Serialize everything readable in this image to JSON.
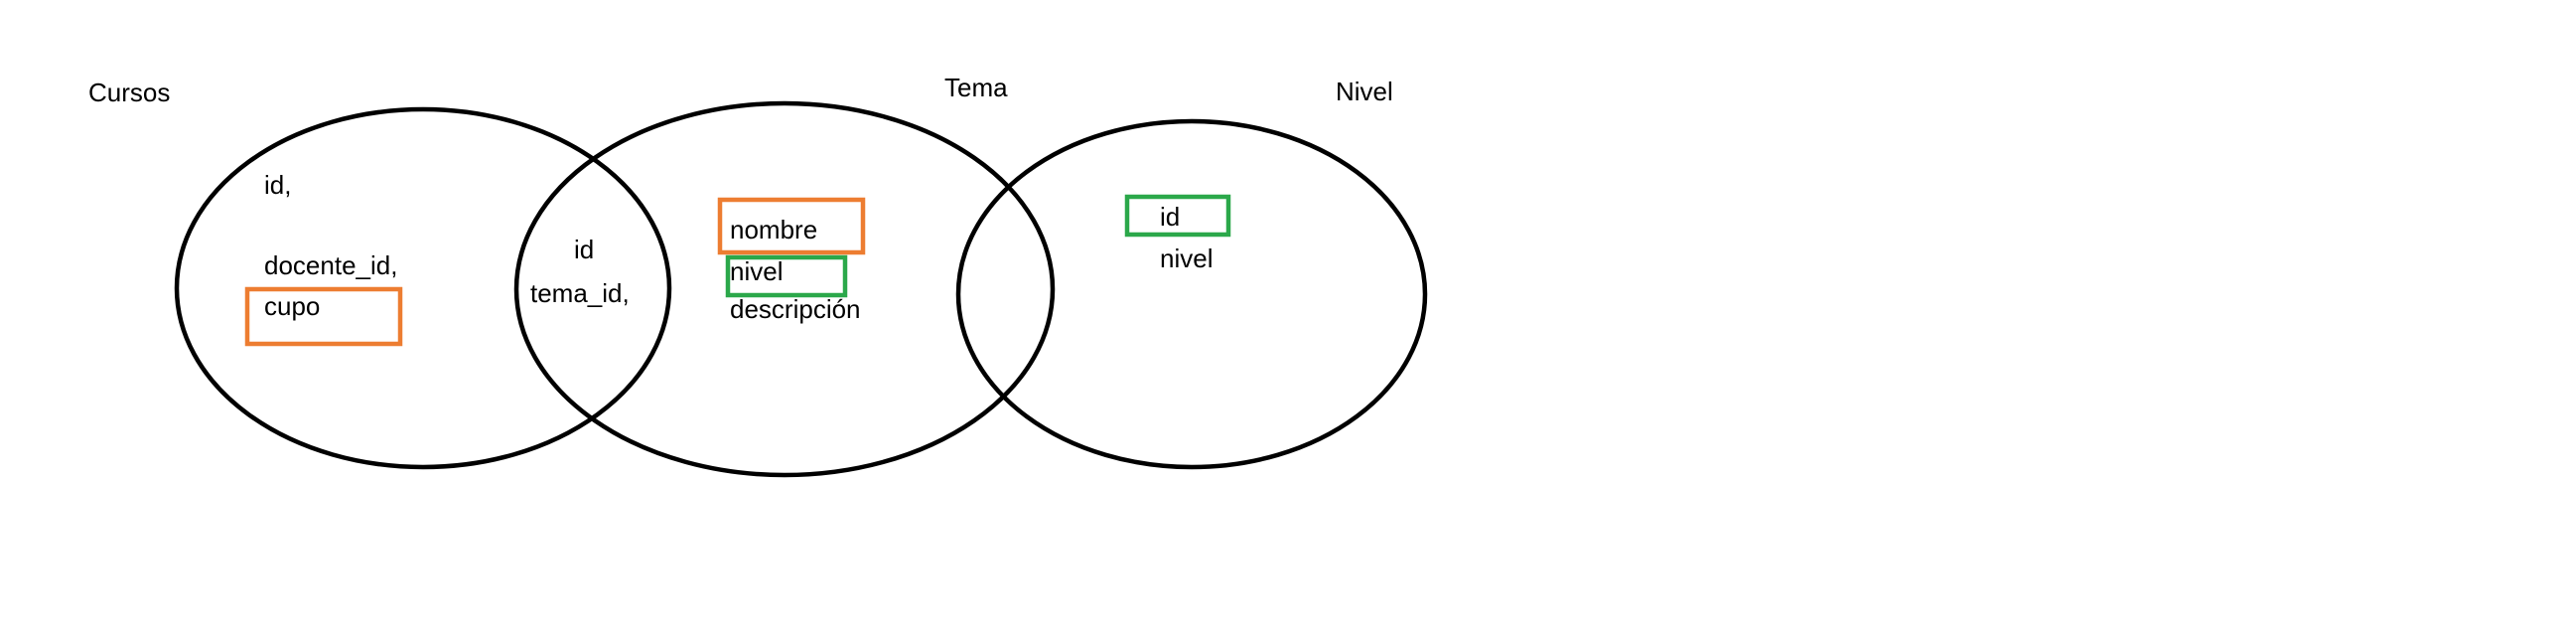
{
  "colors": {
    "outline": "#000000",
    "orange_box": "#ED7D31",
    "green_box": "#2BA84A",
    "background": "#FFFFFF"
  },
  "sets": {
    "cursos": {
      "title": "Cursos",
      "fields": [
        "id,",
        "docente_id,",
        "cupo"
      ]
    },
    "tema": {
      "title": "Tema",
      "fields": [
        "nombre",
        "nivel",
        "descripción"
      ]
    },
    "nivel": {
      "title": "Nivel",
      "fields": [
        "id",
        "nivel"
      ]
    },
    "cursos_tema_overlap": {
      "fields": [
        "id",
        "tema_id,"
      ]
    }
  }
}
